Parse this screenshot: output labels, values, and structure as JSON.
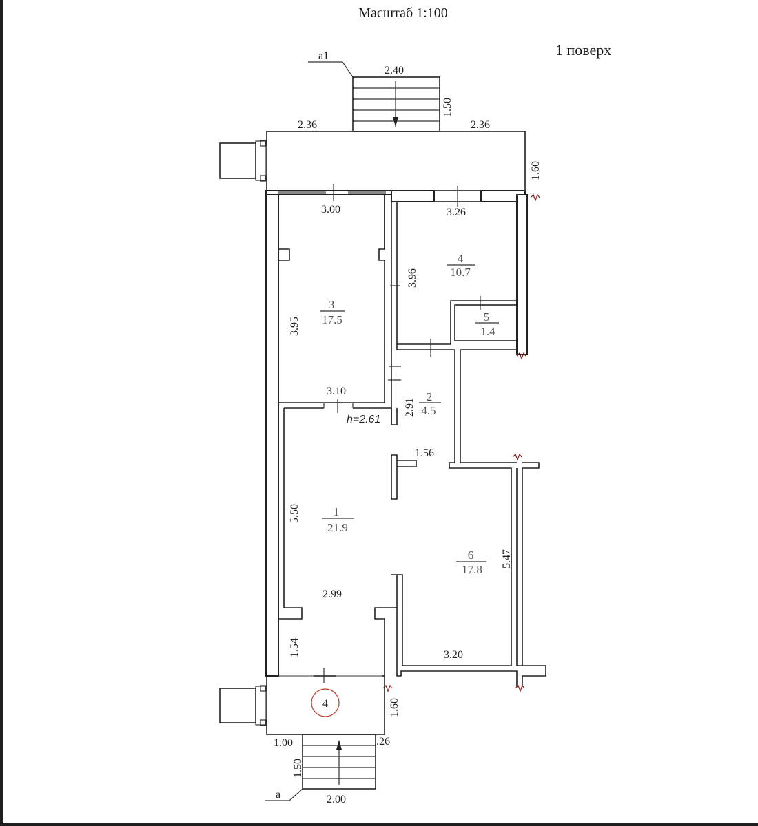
{
  "header": {
    "scale_title": "Масштаб 1:100",
    "floor_label": "1 поверх"
  },
  "entrances": {
    "top_marker": "a1",
    "bottom_marker": "a",
    "bottom_porch_marker": "4",
    "marker_color": "#c0392b"
  },
  "dimensions": {
    "top_stair_width": "2.40",
    "top_stair_depth": "1.50",
    "top_porch_left": "2.36",
    "top_porch_right": "2.36",
    "top_porch_depth": "1.60",
    "room3_width": "3.00",
    "room3_height": "3.95",
    "room4_width": "3.26",
    "room4_height": "3.96",
    "room3_bottom_width": "3.10",
    "corridor_height": "2.91",
    "ceiling_height": "h=2.61",
    "passage_width": "1.56",
    "room1_height": "5.50",
    "room1_width": "2.99",
    "vestibule_height": "1.54",
    "room6_height": "5.47",
    "room6_width": "3.20",
    "bottom_porch_depth": "1.60",
    "bottom_porch_left": "1.00",
    "bottom_porch_right": ".26",
    "bottom_stair_depth": "1.50",
    "bottom_stair_width": "2.00"
  },
  "rooms": [
    {
      "number": "1",
      "area": "21.9"
    },
    {
      "number": "2",
      "area": "4.5"
    },
    {
      "number": "3",
      "area": "17.5"
    },
    {
      "number": "4",
      "area": "10.7"
    },
    {
      "number": "5",
      "area": "1.4"
    },
    {
      "number": "6",
      "area": "17.8"
    }
  ]
}
